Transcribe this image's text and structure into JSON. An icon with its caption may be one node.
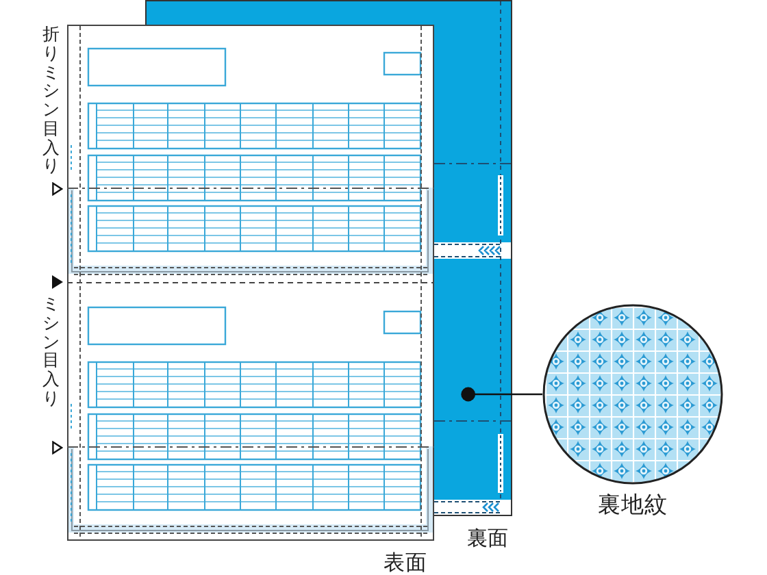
{
  "diagram": {
    "nodes": [
      {
        "text": [
          "表面"
        ]
      },
      {
        "text": [
          "裏面"
        ]
      },
      {
        "text": [
          "裏地紋"
        ]
      }
    ],
    "edges": [
      {
        "from": 2,
        "to": 1,
        "arrow": "other"
      }
    ],
    "labels": [
      "折りミシン目入り",
      "ミシン目入り"
    ]
  }
}
